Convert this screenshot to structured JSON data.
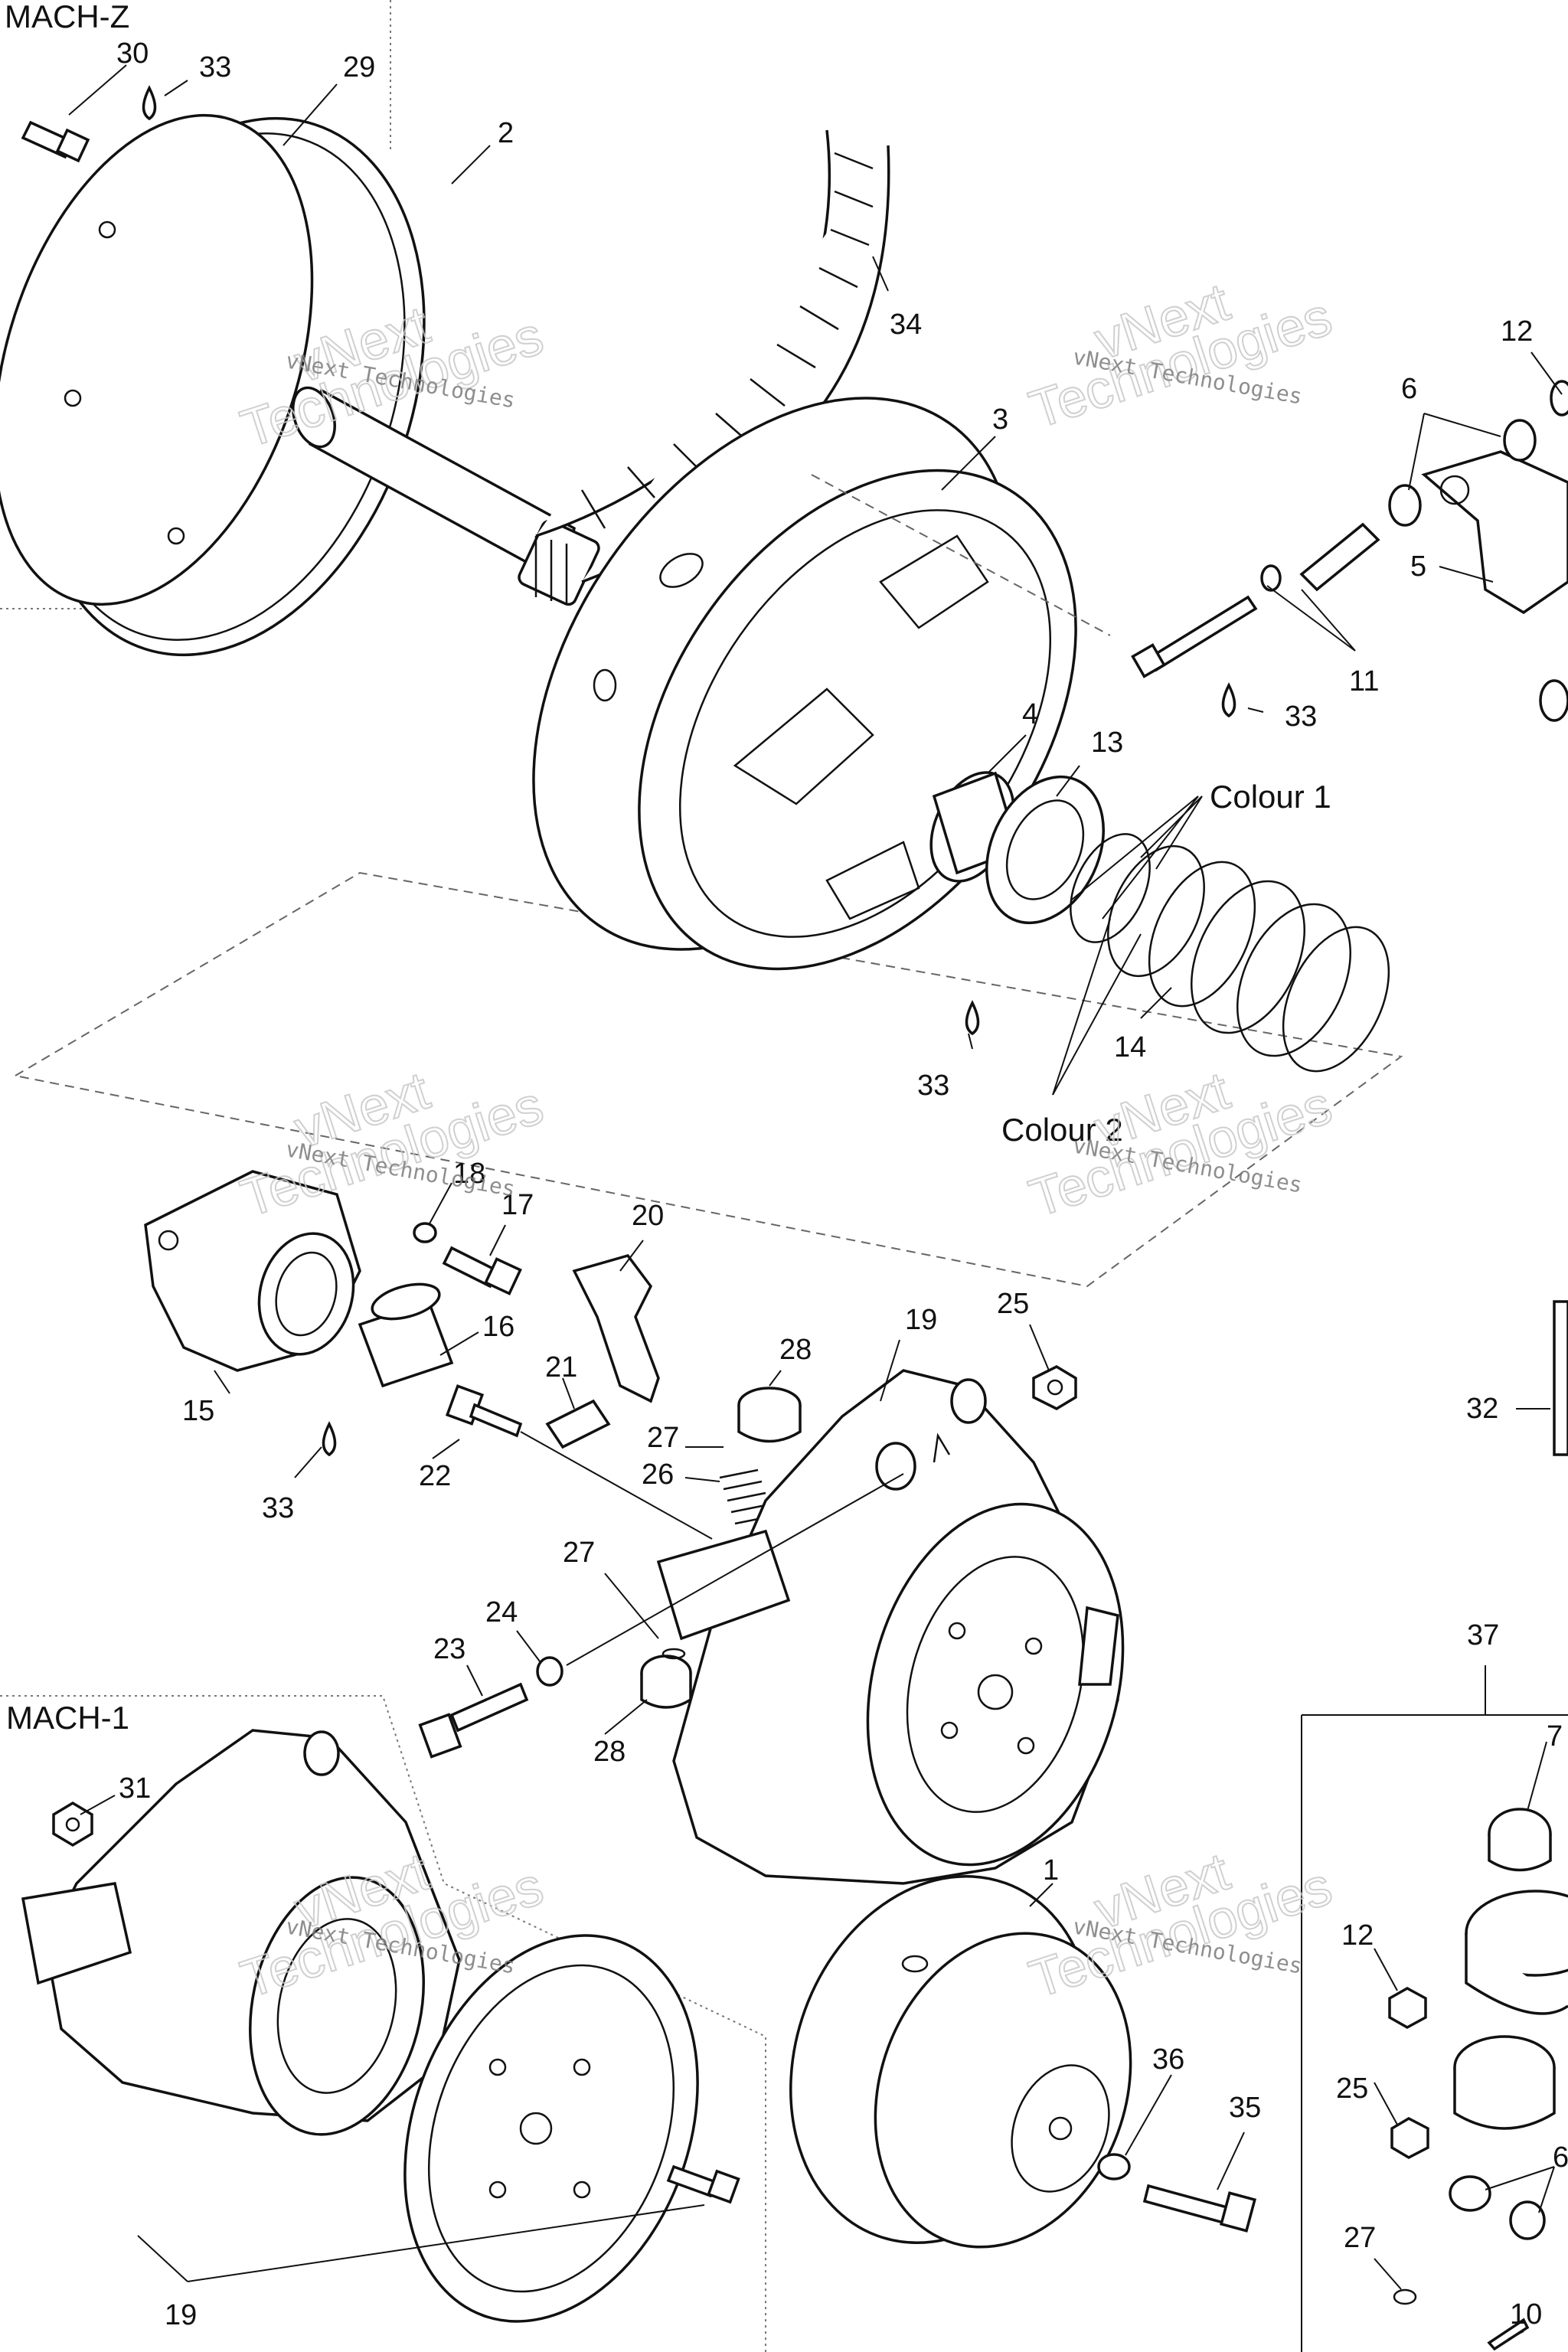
{
  "sections": {
    "mach_z": "MACH-Z",
    "mach_1": "MACH-1"
  },
  "colours": {
    "colour_1": "Colour 1",
    "colour_2": "Colour 2"
  },
  "watermark": {
    "line1": "vNext Technologies",
    "line2": "vNext",
    "line3": "Technologies"
  },
  "callouts": [
    "30",
    "33",
    "29",
    "2",
    "34",
    "12",
    "6",
    "3",
    "5",
    "11",
    "33",
    "4",
    "13",
    "14",
    "33",
    "18",
    "17",
    "20",
    "16",
    "15",
    "21",
    "28",
    "19",
    "25",
    "32",
    "27",
    "26",
    "22",
    "33",
    "27",
    "24",
    "23",
    "28",
    "37",
    "7",
    "31",
    "1",
    "12",
    "36",
    "35",
    "25",
    "6",
    "27",
    "10",
    "19"
  ]
}
